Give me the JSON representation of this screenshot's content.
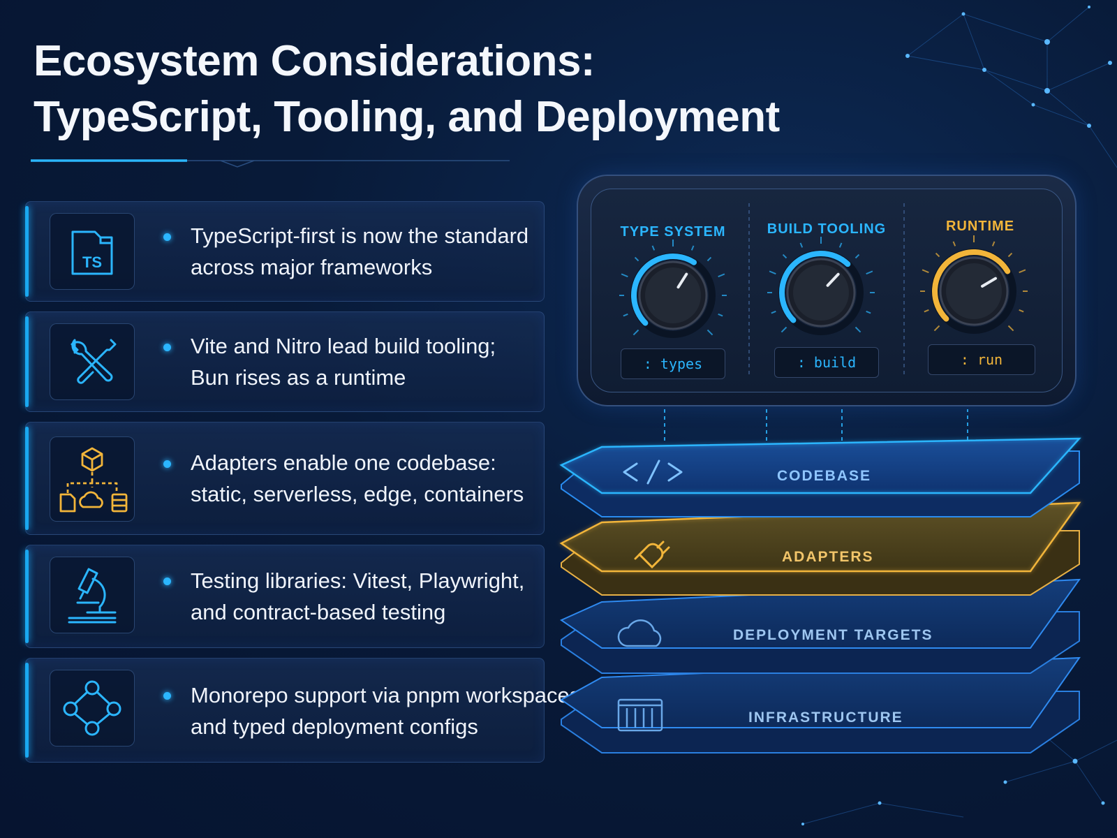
{
  "title": {
    "line1": "Ecosystem Considerations:",
    "line2": "TypeScript, Tooling, and Deployment"
  },
  "bullets": [
    {
      "icon": "typescript-file-icon",
      "lines": [
        "TypeScript-first is now the standard",
        "across major frameworks"
      ],
      "badge": "TS"
    },
    {
      "icon": "tools-icon",
      "lines": [
        "Vite and Nitro lead build tooling;",
        "Bun rises as a runtime"
      ]
    },
    {
      "icon": "adapter-network-icon",
      "lines": [
        "Adapters enable one codebase:",
        "static, serverless, edge, containers"
      ]
    },
    {
      "icon": "microscope-icon",
      "lines": [
        "Testing libraries: Vitest, Playwright,",
        "and contract-based testing"
      ]
    },
    {
      "icon": "graph-nodes-icon",
      "lines": [
        "Monorepo support via pnpm workspaces",
        "and typed deployment configs"
      ]
    }
  ],
  "console": {
    "knobs": [
      {
        "label": "TYPE SYSTEM",
        "field": ": types",
        "color": "#2bb6ff",
        "level": 0.62
      },
      {
        "label": "BUILD TOOLING",
        "field": ": build",
        "color": "#2bb6ff",
        "level": 0.66
      },
      {
        "label": "RUNTIME",
        "field": ": run",
        "color": "#f2b53a",
        "level": 0.72
      }
    ]
  },
  "layers": [
    {
      "label": "CODEBASE",
      "icon": "code-icon",
      "color": "#2a8cf0"
    },
    {
      "label": "ADAPTERS",
      "icon": "plug-icon",
      "color": "#e7b045"
    },
    {
      "label": "DEPLOYMENT TARGETS",
      "icon": "cloud-icon",
      "color": "#2a7fe0"
    },
    {
      "label": "INFRASTRUCTURE",
      "icon": "server-rack-icon",
      "color": "#2a7fe0"
    }
  ]
}
